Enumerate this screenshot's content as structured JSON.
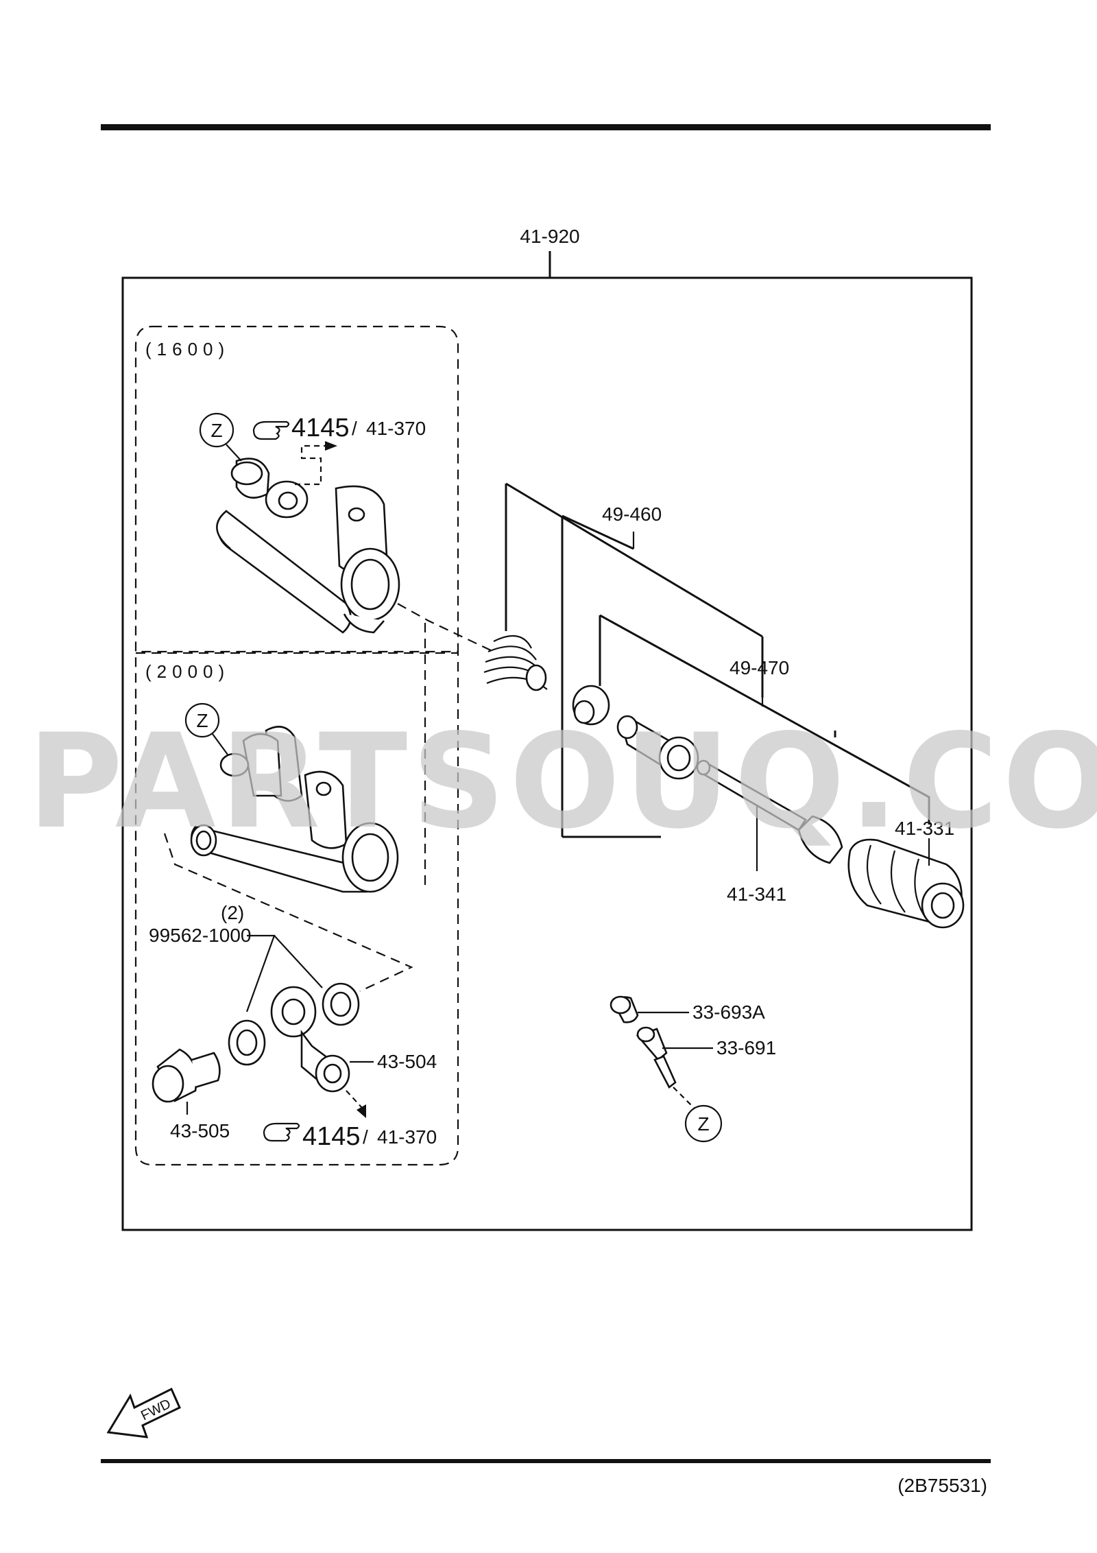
{
  "diagram": {
    "assembly_label": "41-920",
    "variant_1600": "(1600)",
    "variant_2000": "(2000)",
    "callouts": {
      "p49_460": "49-460",
      "p49_470": "49-470",
      "p41_331": "41-331",
      "p41_341": "41-341",
      "p33_693a": "33-693A",
      "p33_691": "33-691",
      "p99562": "99562-1000",
      "qty_99562": "(2)",
      "p43_504": "43-504",
      "p43_505": "43-505"
    },
    "references": [
      {
        "group": "4145",
        "slash": "/",
        "page": "41-370"
      },
      {
        "group": "4145",
        "slash": "/",
        "page": "41-370"
      }
    ],
    "z_marker": "Z",
    "fwd_label": "FWD",
    "diagram_code": "(2B75531)",
    "watermark": "PARTSOUQ.COM",
    "icons": [
      "hand-pointer-icon",
      "fwd-arrow-icon",
      "z-circle-marker"
    ]
  }
}
